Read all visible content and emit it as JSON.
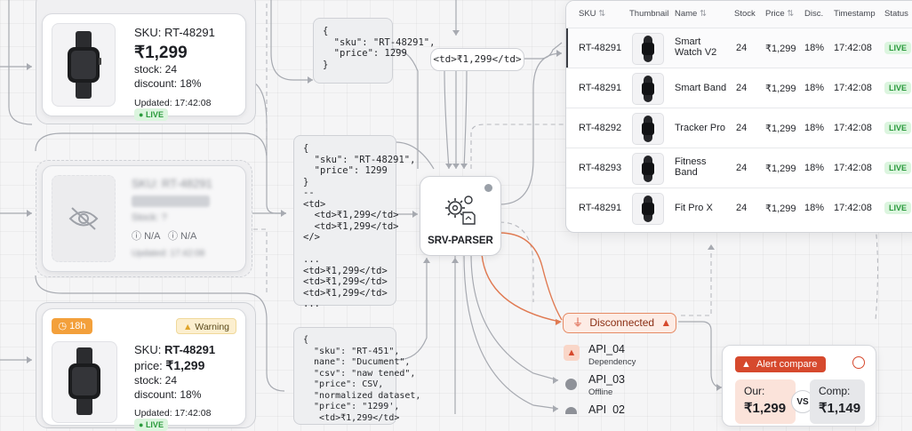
{
  "colors": {
    "accent_orange": "#e06a3c",
    "live_green": "#2a9a3c",
    "warning_amber": "#f3a03b",
    "alert_red": "#d6492d"
  },
  "card_top": {
    "sku": "SKU: RT-48291",
    "price": "₹1,299",
    "stock": "stock: 24",
    "discount": "discount: 18%",
    "updated": "Updated: 17:42:08",
    "live": "LIVE"
  },
  "card_mid": {
    "sku": "SKU: RT-48291",
    "stock": "Stock: ?",
    "na1": "N/A",
    "na2": "N/A",
    "updated": "Updated: 17:42:08"
  },
  "card_bot": {
    "timer": "18h",
    "warning": "Warning",
    "sku_prefix": "SKU:",
    "sku": "RT-48291",
    "price_prefix": "price:",
    "price": "₹1,299",
    "stock": "stock: 24",
    "discount": "discount: 18%",
    "updated": "Updated: 17:42:08",
    "live": "LIVE"
  },
  "code_top": "{\n  \"sku\": \"RT-48291\",\n  \"price\": 1299\n}",
  "code_mid": "{\n  \"sku\": \"RT-48291\",\n  \"price\": 1299\n}\n--\n<td>\n  <td>₹1,299</td>\n  <td>₹1,299</td>\n</>\n\n...\n<td>₹1,299</td>\n<td>₹1,299</td>\n<td>₹1,299</td>\n...",
  "code_bot": "{\n  \"sku\": \"RT-451\",\n  nane\": \"Ducument\",\n  \"csv\": \"naw tened\",\n  \"price\": CSV,\n  \"normalized dataset,\n  \"price\": \"1299',\n   <td>₹1,299</td>",
  "td_pill": "<td>₹1,299</td>",
  "parser": {
    "label": "SRV-PARSER"
  },
  "table": {
    "headers": {
      "sku": "SKU",
      "thumb": "Thumbnail",
      "name": "Name",
      "stock": "Stock",
      "price": "Price",
      "disc": "Disc.",
      "time": "Timestamp",
      "status": "Status"
    },
    "rows": [
      {
        "sku": "RT-48291",
        "name": "Smart\nWatch V2",
        "stock": "24",
        "price": "₹1,299",
        "disc": "18%",
        "time": "17:42:08",
        "status": "LIVE"
      },
      {
        "sku": "RT-48291",
        "name": "Smart Band",
        "stock": "24",
        "price": "₹1,299",
        "disc": "18%",
        "time": "17:42:08",
        "status": "LIVE"
      },
      {
        "sku": "RT-48292",
        "name": "Tracker Pro",
        "stock": "24",
        "price": "₹1,299",
        "disc": "18%",
        "time": "17:42:08",
        "status": "LIVE"
      },
      {
        "sku": "RT-48293",
        "name": "Fitness\nBand",
        "stock": "24",
        "price": "₹1,299",
        "disc": "18%",
        "time": "17:42:08",
        "status": "LIVE"
      },
      {
        "sku": "RT-48291",
        "name": "Fit Pro X",
        "stock": "24",
        "price": "₹1,299",
        "disc": "18%",
        "time": "17:42:08",
        "status": "LIVE"
      }
    ]
  },
  "disconnected": "Disconnected",
  "apis": [
    {
      "name": "API_04",
      "sub": "Dependency"
    },
    {
      "name": "API_03",
      "sub": "Offline"
    },
    {
      "name": "API_02",
      "sub": ""
    }
  ],
  "alert": {
    "title": "Alert compare",
    "our_label": "Our:",
    "our_price": "₹1,299",
    "vs": "VS",
    "comp_label": "Comp:",
    "comp_price": "₹1,149"
  }
}
